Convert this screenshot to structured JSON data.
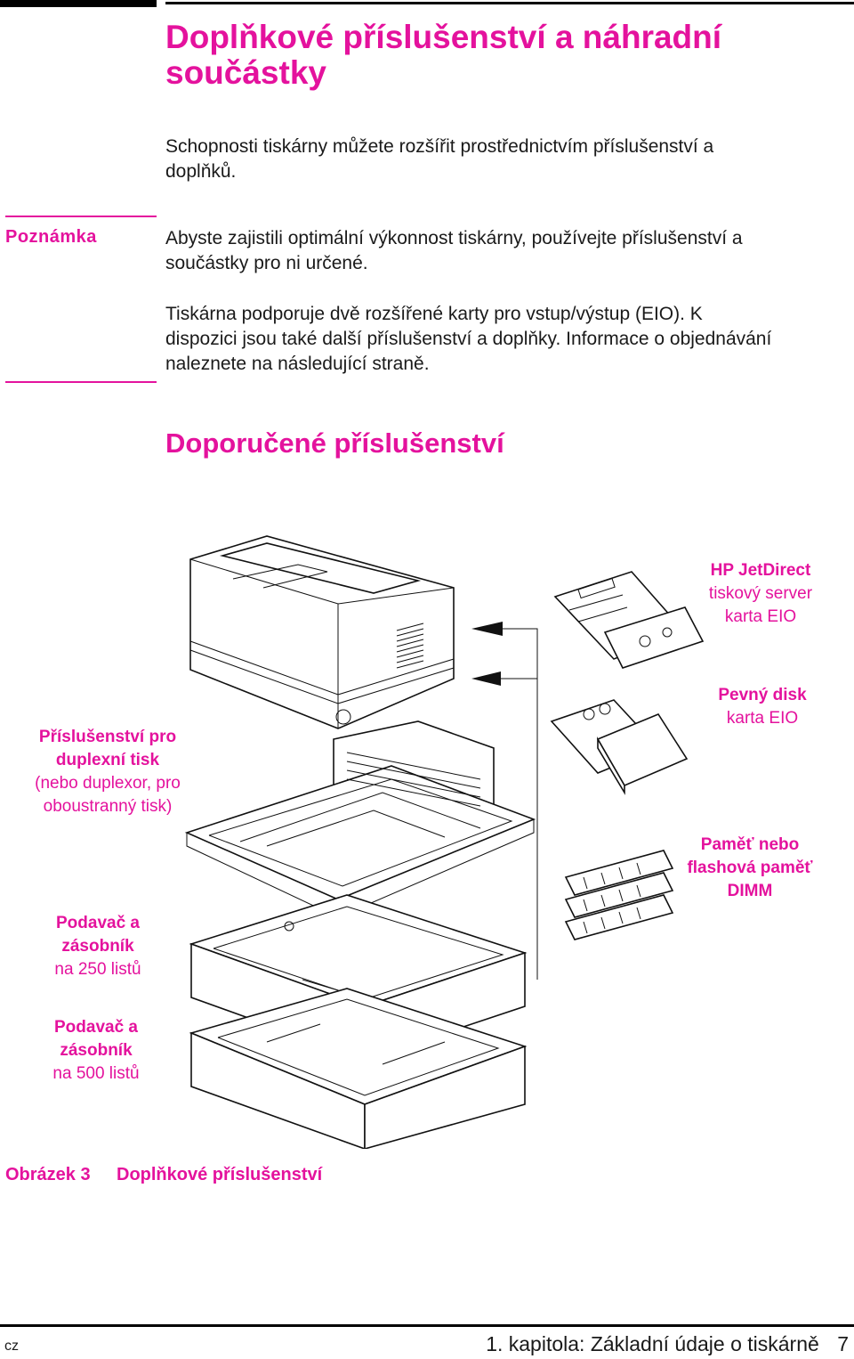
{
  "page": {
    "title_line1": "Doplňkové příslušenství a náhradní",
    "title_line2": "součástky",
    "intro_line1": "Schopnosti tiskárny můžete rozšířit prostřednictvím příslušenství a",
    "intro_line2": "doplňků."
  },
  "note": {
    "label": "Poznámka",
    "p1_line1": "Abyste zajistili optimální výkonnost tiskárny, používejte příslušenství a",
    "p1_line2": "součástky pro ni určené.",
    "p2_line1": "Tiskárna podporuje dvě rozšířené karty pro vstup/výstup (EIO). K",
    "p2_line2": "dispozici jsou také další příslušenství a doplňky. Informace o objednávání",
    "p2_line3": "naleznete na následující straně."
  },
  "section": {
    "heading": "Doporučené příslušenství"
  },
  "figure": {
    "labels": {
      "jetdirect": {
        "l1": "HP JetDirect",
        "l2": "tiskový server",
        "l3": "karta EIO"
      },
      "harddisk": {
        "l1": "Pevný disk",
        "l2": "karta EIO"
      },
      "memory": {
        "l1": "Paměť nebo",
        "l2": "flashová paměť",
        "l3": "DIMM"
      },
      "duplex": {
        "l1": "Příslušenství pro",
        "l2": "duplexní tisk",
        "l3": "(nebo duplexor, pro",
        "l4": "oboustranný tisk)"
      },
      "tray250": {
        "l1": "Podavač a",
        "l2": "zásobník",
        "l3": "na 250 listů"
      },
      "tray500": {
        "l1": "Podavač a",
        "l2": "zásobník",
        "l3": "na 500 listů"
      }
    },
    "caption_number": "Obrázek 3",
    "caption_text": "Doplňkové příslušenství"
  },
  "footer": {
    "lang": "cz",
    "chapter": "1. kapitola: Základní údaje o tiskárně",
    "page_number": "7"
  },
  "colors": {
    "accent": "#e4129d",
    "text": "#1a1a1a"
  }
}
